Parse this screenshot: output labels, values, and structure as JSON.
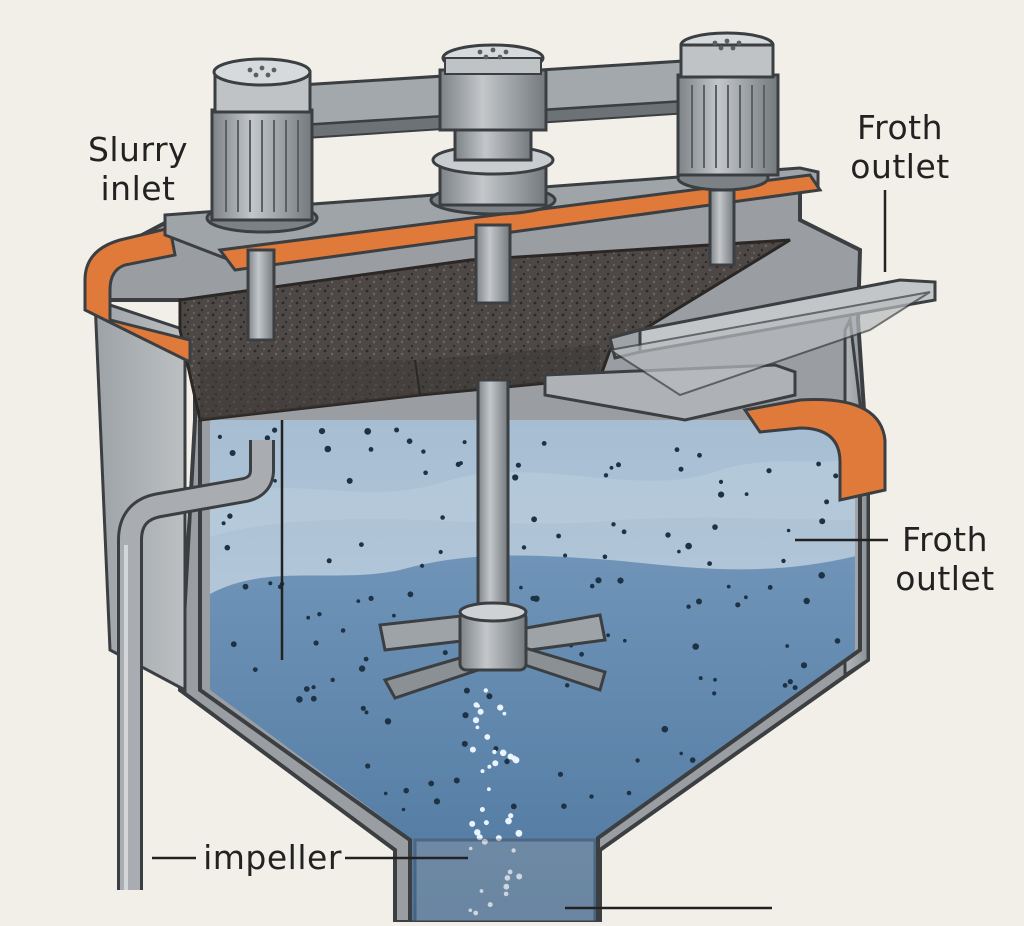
{
  "labels": {
    "slurry_inlet": {
      "line1": "Slurry",
      "line2": "inlet"
    },
    "froth_outlet_top": {
      "line1": "Froth",
      "line2": "outlet"
    },
    "froth_outlet_side": {
      "line1": "Froth",
      "line2": "outlet"
    },
    "impeller": "impeller"
  },
  "colors": {
    "background": "#f2efe8",
    "steel": "#8e9398",
    "steel_dark": "#5e6367",
    "steel_light": "#c4c8cb",
    "flange": "#e07a3a",
    "froth": "#4a4644",
    "liquid_light": "#b7cbdb",
    "liquid_deep": "#5f86ad",
    "particles": "#1f3244",
    "bubbles": "#eaf4ff"
  },
  "icons": [
    "motor-icon",
    "drive-shaft-icon",
    "impeller-icon"
  ]
}
